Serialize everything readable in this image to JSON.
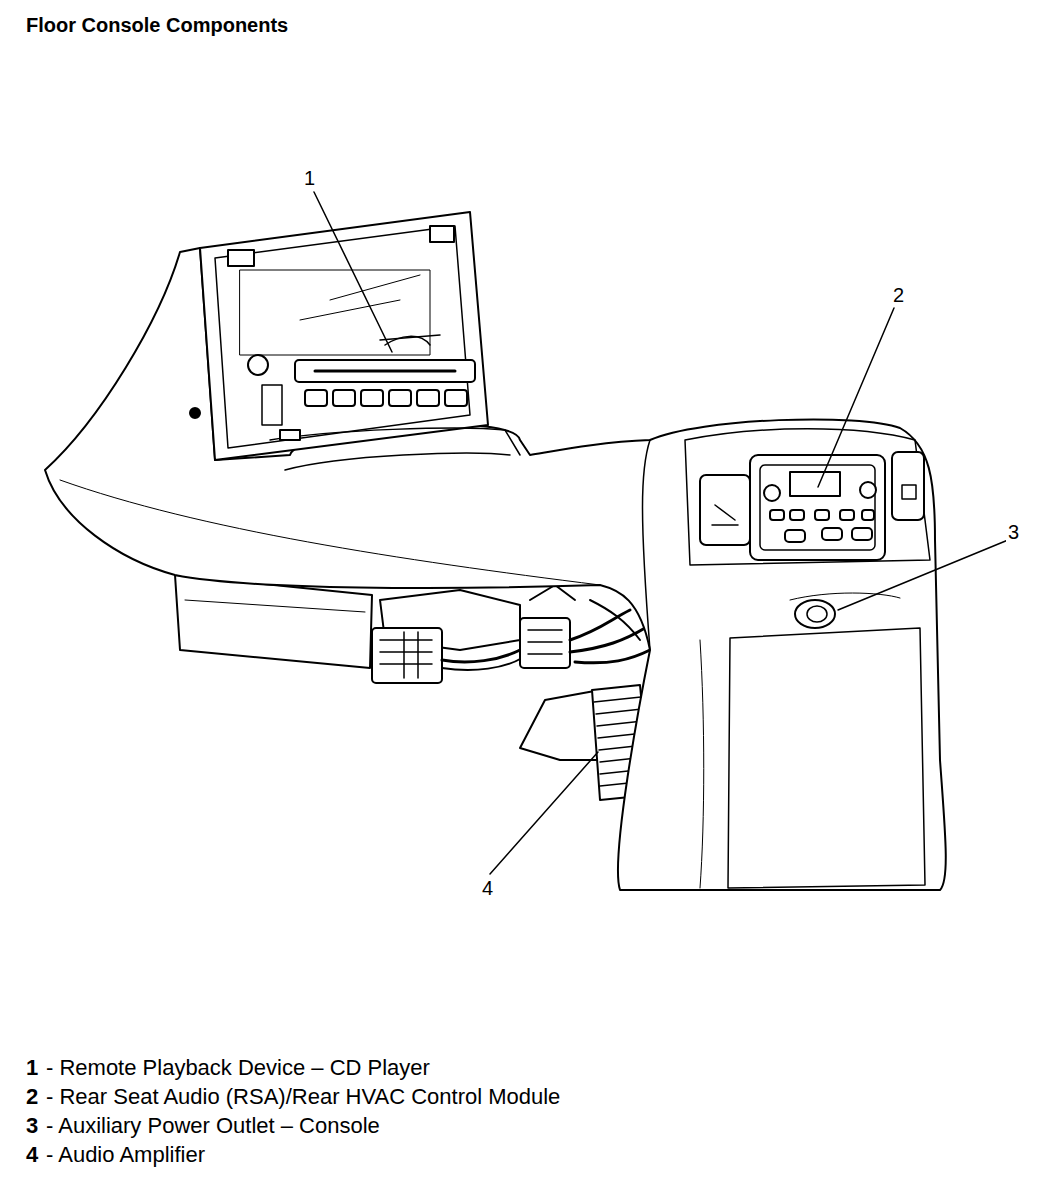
{
  "diagram": {
    "title": "Floor Console Components",
    "labels": [
      "1",
      "2",
      "3",
      "4",
      "1",
      "- Remote Playback Device – CD Player",
      "2",
      "- Rear Seat Audio (RSA)/Rear HVAC Control Module",
      "3",
      "- Auxiliary Power Outlet – Console",
      "4",
      "- Audio Amplifier"
    ]
  }
}
